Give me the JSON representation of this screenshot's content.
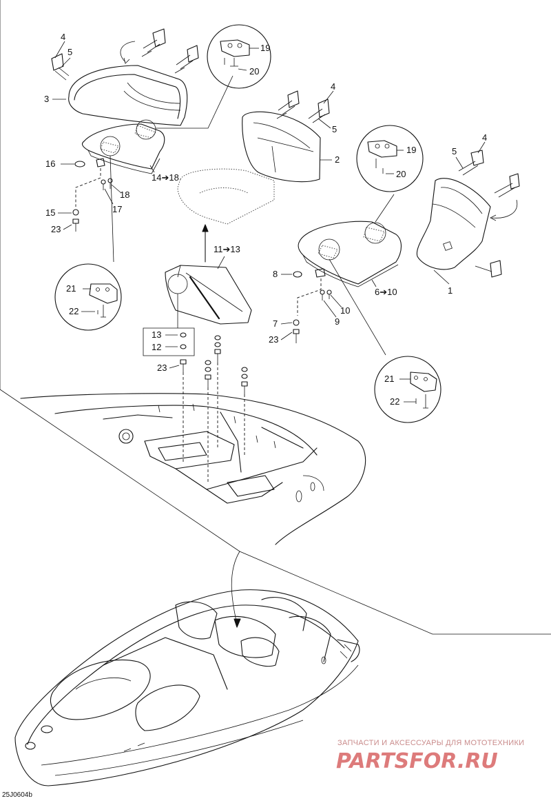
{
  "diagram": {
    "callouts": {
      "c1": "1",
      "c2": "2",
      "c3": "3",
      "c4a": "4",
      "c4b": "4",
      "c4c": "4",
      "c5a": "5",
      "c5b": "5",
      "c5c": "5",
      "c6": "6➔10",
      "c7": "7",
      "c8": "8",
      "c9": "9",
      "c10": "10",
      "c11": "11➔13",
      "c12": "12",
      "c13": "13",
      "c14": "14➔18",
      "c15": "15",
      "c16": "16",
      "c17": "17",
      "c18": "18",
      "c19a": "19",
      "c19b": "19",
      "c20a": "20",
      "c20b": "20",
      "c21a": "21",
      "c21b": "21",
      "c22a": "22",
      "c22b": "22",
      "c23a": "23",
      "c23b": "23",
      "c23c": "23"
    },
    "drawing_code": "25J0604b"
  },
  "watermark": {
    "tagline": "ЗАПЧАСТИ И АКСЕССУАРЫ ДЛЯ МОТОТЕХНИКИ",
    "brand": "PARTSFOR.RU",
    "color": "#d86464"
  }
}
